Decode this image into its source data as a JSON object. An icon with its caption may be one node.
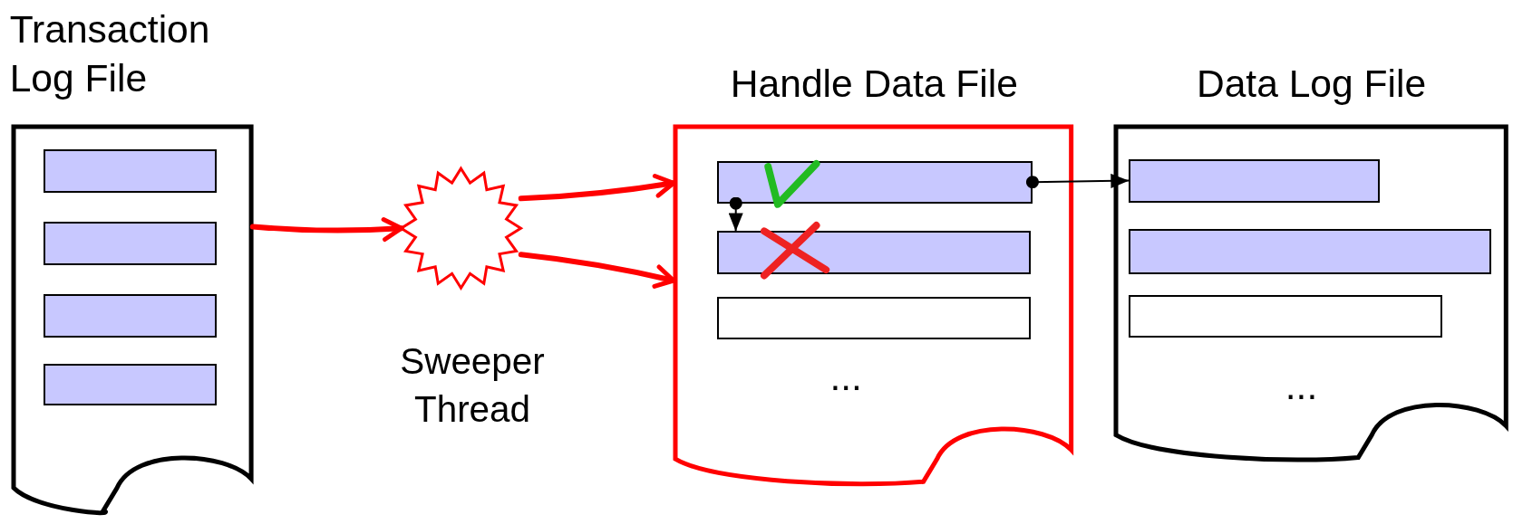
{
  "diagram": {
    "nodes": [
      {
        "text": [
          "Transaction Log File"
        ]
      },
      {
        "text": [],
        "shape": "box",
        "in": 0
      },
      {
        "text": [],
        "shape": "box",
        "in": 0
      },
      {
        "text": [],
        "shape": "box",
        "in": 0
      },
      {
        "text": [],
        "shape": "box",
        "in": 0
      },
      {
        "text": [],
        "shape": "star",
        "beside": [
          "Sweeper Thread"
        ]
      },
      {
        "text": [
          "Handle Data File"
        ]
      },
      {
        "text": [],
        "shape": "box",
        "in": 6
      },
      {
        "text": [],
        "shape": "box",
        "in": 6
      },
      {
        "text": [],
        "shape": "box",
        "in": 6
      },
      {
        "text": [
          "Data Log File"
        ]
      },
      {
        "text": [],
        "shape": "box",
        "in": 10
      },
      {
        "text": [],
        "shape": "box",
        "in": 10
      },
      {
        "text": [],
        "shape": "box",
        "in": 10
      }
    ],
    "edges": [
      {
        "from": 0,
        "to": 5,
        "arrow": "to"
      },
      {
        "from": 5,
        "to": 6,
        "arrow": "to"
      },
      {
        "from": 5,
        "to": 6,
        "arrow": "to"
      },
      {
        "from": 7,
        "to": 8,
        "arrow": "to",
        "color": "#000000"
      },
      {
        "from": 7,
        "to": 11,
        "arrow": "to",
        "color": "#000000"
      }
    ],
    "labels": [
      "...",
      "..."
    ]
  }
}
